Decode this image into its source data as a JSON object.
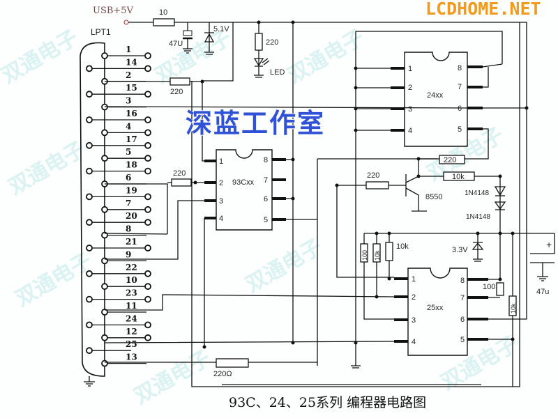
{
  "watermarks": {
    "site": "LCDHOME.NET",
    "studio": "深蓝工作室",
    "repeat": "双通电子"
  },
  "title": "93C、24、25系列  编程器电路图",
  "power": {
    "usb": "USB+5V",
    "r_in": "10",
    "cap": "47U",
    "zener": "5.1V",
    "r_led": "220",
    "led": "LED"
  },
  "connector": {
    "name": "LPT1",
    "pins": [
      "1",
      "14",
      "2",
      "15",
      "3",
      "16",
      "4",
      "17",
      "5",
      "18",
      "6",
      "19",
      "7",
      "20",
      "8",
      "21",
      "9",
      "22",
      "10",
      "23",
      "11",
      "24",
      "12",
      "25",
      "13"
    ]
  },
  "resistors": {
    "pin2": "220",
    "pin6": "220",
    "pin13": "220Ω",
    "r_top": "220",
    "r_base": "220",
    "r_10k": "10k",
    "r100a": "100",
    "r10ka": "10k",
    "r10kb": "10k",
    "r100b": "100",
    "r10kc": "10k"
  },
  "transistor": "8550",
  "diodes": [
    "1N4148",
    "1N4148"
  ],
  "zener33": "3.3V",
  "cap2": "47u",
  "cap2_plus": "+",
  "chips": [
    {
      "name": "24xx",
      "left": [
        "1",
        "2",
        "3",
        "4"
      ],
      "right": [
        "8",
        "7",
        "6",
        "5"
      ]
    },
    {
      "name": "93Cxx",
      "left": [
        "1",
        "2",
        "3",
        "4"
      ],
      "right": [
        "8",
        "7",
        "6",
        "5"
      ]
    },
    {
      "name": "25xx",
      "left": [
        "1",
        "2",
        "3",
        "4"
      ],
      "right": [
        "8",
        "7",
        "6",
        "5"
      ]
    }
  ]
}
